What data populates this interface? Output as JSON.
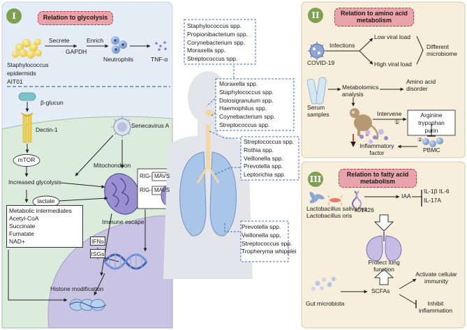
{
  "panel_left": {
    "badge": "I",
    "title": "Relation to glycolysis",
    "bacteria_label_lines": [
      "Staphylococcus",
      "epidermids",
      "AIT01"
    ],
    "secrete": "Secrete",
    "gapdh": "GAPDH",
    "enrich": "Enrich",
    "neutrophils": "Neutrophils",
    "tnf": "TNF-α",
    "beta_glucun": "β-glucun",
    "dectin": "Dectin-1",
    "senecavirus": "Senecavirus A",
    "mtor": "mTOR",
    "increased_glycolysis": "Increased glycolysis",
    "mitochondrion": "Mitochondrion",
    "lactate": "lactate",
    "rig1": "RIG-I",
    "mavs1": "MAVS",
    "rig2": "RIG-I",
    "mavs2": "MAVS",
    "metabolic_box_lines": [
      "Metabolic intermediates",
      "Acetyl-CoA",
      "Succinate",
      "Fumatate",
      "NAD+"
    ],
    "immune_escape": "Immune escape",
    "ifns": "IFNs",
    "isgs": "ISGs",
    "histone": "Histone modification"
  },
  "center_lists": {
    "nasal": [
      "Staphylococcus spp.",
      "Propionibacterium spp.",
      "Corynebacterium spp.",
      "Moraxella spp.",
      "Streptococcus spp."
    ],
    "throat": [
      "Moraxella spp.",
      "Staphylococcus spp.",
      "Dolosigranulum spp.",
      "Haemophilus spp.",
      "Coynebacterium spp.",
      "Streptococcus spp."
    ],
    "lung": [
      "Streptococcus spp.",
      "Rothia spp.",
      "Veillonella spp.",
      "Prevotella spp.",
      "Leptorichia spp."
    ],
    "lower": [
      "Prevotella spp.",
      "Veillonella spp.",
      "Streptococcus spp.",
      "Tropheryma whipplei"
    ]
  },
  "panel_amino": {
    "badge": "II",
    "title_lines": [
      "Relation to amino acid",
      "metabolism"
    ],
    "covid": "COVID-19",
    "infections": "Infections",
    "low_load": "Low viral load",
    "high_load": "High viral load",
    "different_lines": [
      "Different",
      "microbiome"
    ],
    "serum_lines": [
      "Serum",
      "samples"
    ],
    "metabolomics_lines": [
      "Metabolomics",
      "analysis"
    ],
    "amino_lines": [
      "Amino acid",
      "disorder"
    ],
    "intervene": "Intervene",
    "step1": "①",
    "step2": "②",
    "arg_box_lines": [
      "Arginine",
      "trypophan",
      "purin"
    ],
    "inflam_lines": [
      "Inflammatory",
      "factor"
    ],
    "pbmc": "PBMC"
  },
  "panel_fatty": {
    "badge": "III",
    "title_lines": [
      "Relation to fatty acid",
      "metabolism"
    ],
    "lacto_lines": [
      "Lactobacillus salivarius",
      "Lactobacillus oris"
    ],
    "k01426": "k01426",
    "iaa": "IAA",
    "il_line1": "IL-1β IL-6",
    "il_line2": "IL-17A",
    "protect_lines": [
      "Protect lung",
      "function"
    ],
    "scfas": "SCFAs",
    "activate_lines": [
      "Activate cellular",
      "immunity"
    ],
    "inhibit_lines": [
      "Inhibit",
      "inflammation"
    ],
    "gut": "Gut microbiota"
  },
  "colors": {
    "panel_left_bg": "#e4edf6",
    "panel_right_bg": "#f7efdb",
    "cell_bg": "#dcecdc",
    "nucleus_bg": "#c9c4e4",
    "badge_green": "#7ea14f",
    "title_pink": "#e8a3ab",
    "dash_blue": "#3f6fb8",
    "mito_purple": "#7a6fb8"
  }
}
